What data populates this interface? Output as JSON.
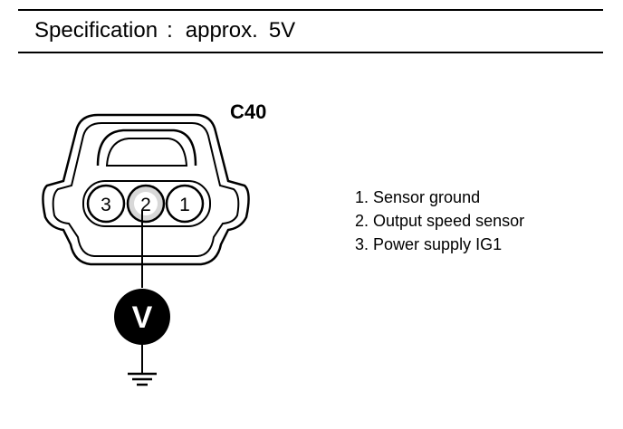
{
  "specification": {
    "label": "Specification",
    "separator": ":",
    "qualifier": "approx.",
    "value": "5V"
  },
  "connector": {
    "id": "C40",
    "pins": [
      {
        "number": "3",
        "description": "Power supply IG1"
      },
      {
        "number": "2",
        "description": "Output speed sensor"
      },
      {
        "number": "1",
        "description": "Sensor ground"
      }
    ]
  },
  "meter": {
    "symbol": "V"
  },
  "legend": [
    "1. Sensor ground",
    "2. Output speed sensor",
    "3. Power supply IG1"
  ]
}
